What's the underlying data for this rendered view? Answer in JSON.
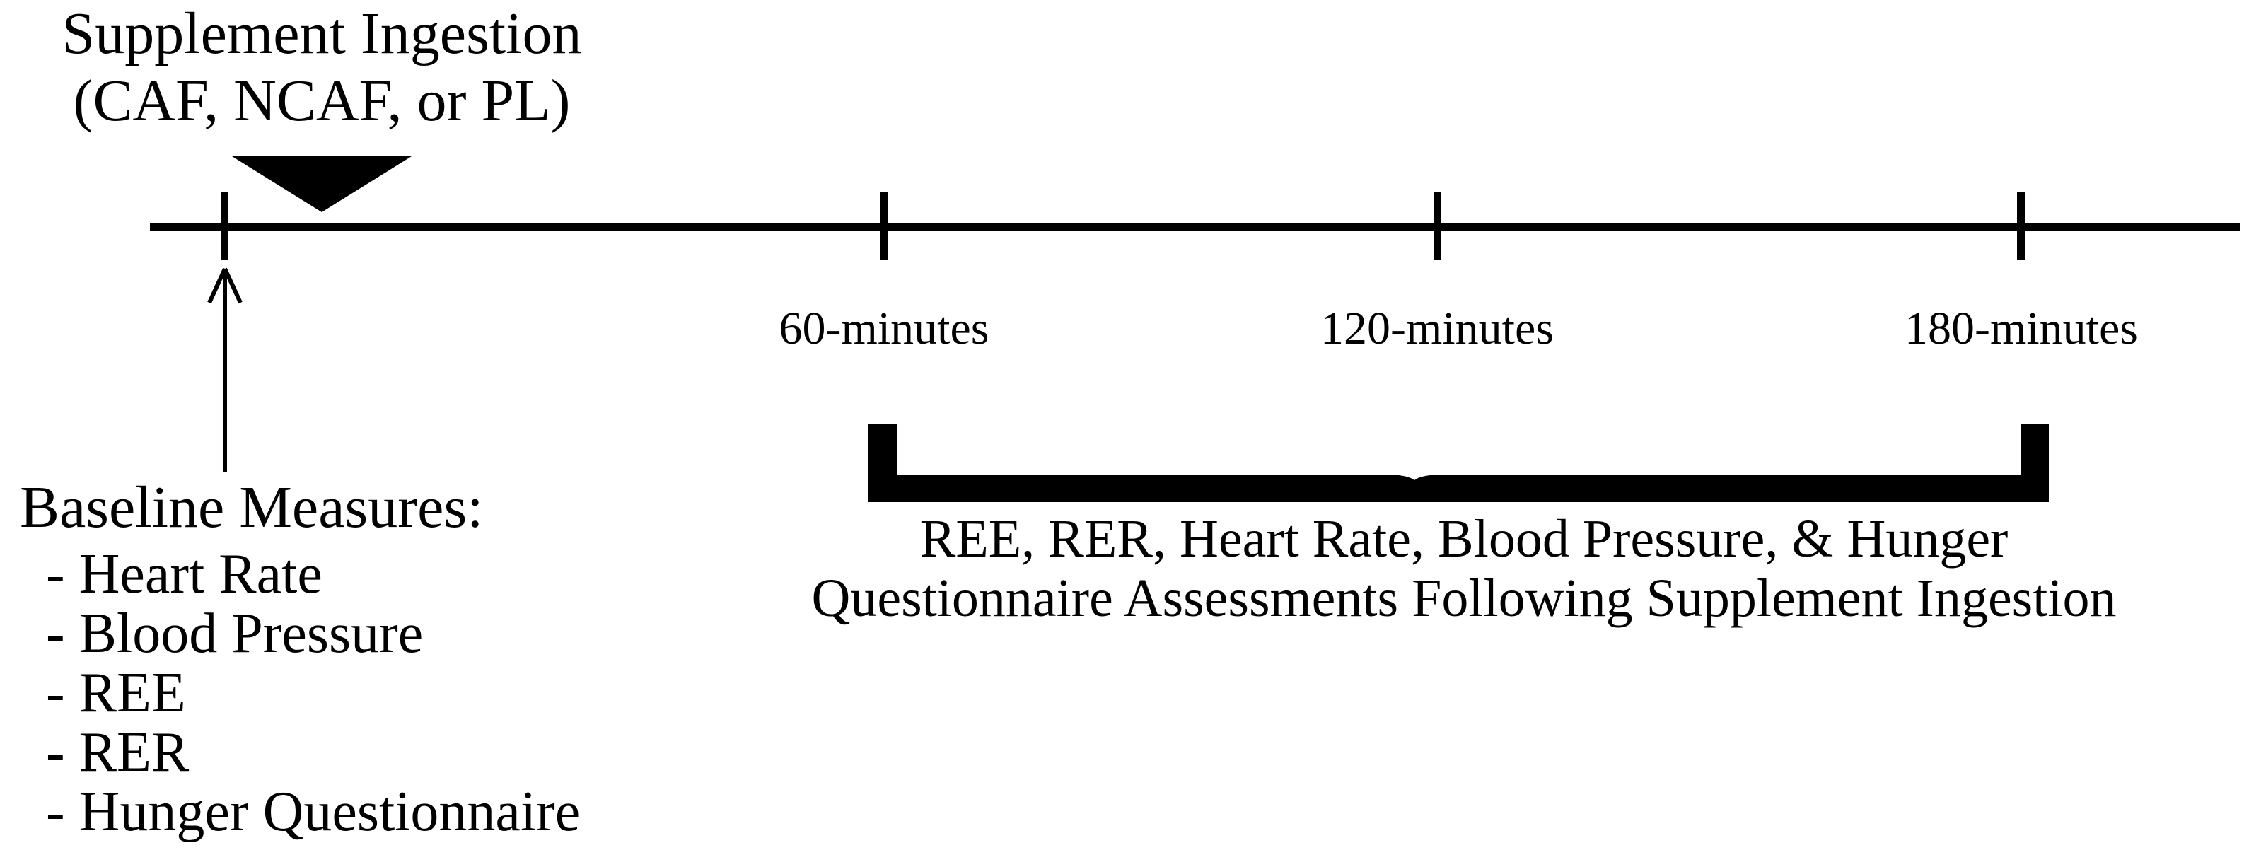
{
  "figure": {
    "colors": {
      "ink": "#000000",
      "background": "#ffffff"
    },
    "supplement_marker": {
      "title_line1": "Supplement Ingestion",
      "title_line2": "(CAF, NCAF, or PL)"
    },
    "timeline": {
      "tick_labels": [
        "60-minutes",
        "120-minutes",
        "180-minutes"
      ]
    },
    "baseline_measures": {
      "header": "Baseline Measures:",
      "items": [
        "- Heart Rate",
        "- Blood Pressure",
        "- REE",
        "- RER",
        "- Hunger Questionnaire"
      ]
    },
    "bracket_caption": {
      "line1": "REE, RER, Heart Rate, Blood Pressure, & Hunger",
      "line2": "Questionnaire Assessments Following Supplement Ingestion"
    }
  }
}
